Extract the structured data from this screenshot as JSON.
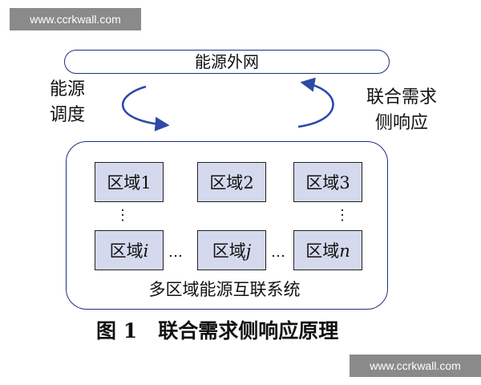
{
  "watermark": {
    "top": "www.ccrkwall.com",
    "bottom": "www.ccrkwall.com"
  },
  "outer_network": "能源外网",
  "left_label": [
    "能源",
    "调度"
  ],
  "right_label": [
    "联合需求",
    "侧响应"
  ],
  "regions": [
    {
      "prefix": "区域",
      "suffix": "1",
      "italic": false
    },
    {
      "prefix": "区域",
      "suffix": "2",
      "italic": false
    },
    {
      "prefix": "区域",
      "suffix": "3",
      "italic": false
    },
    {
      "prefix": "区域",
      "suffix": "i",
      "italic": true
    },
    {
      "prefix": "区域",
      "suffix": "j",
      "italic": true
    },
    {
      "prefix": "区域",
      "suffix": "n",
      "italic": true
    }
  ],
  "ellipsis_h": "…",
  "ellipsis_v": "⋮",
  "system_label": "多区域能源互联系统",
  "caption": {
    "figure": "图 1",
    "title": "联合需求侧响应原理"
  },
  "colors": {
    "border": "#1f2f80",
    "region_fill": "#d5d9ed",
    "arrow": "#2e4aa6"
  }
}
